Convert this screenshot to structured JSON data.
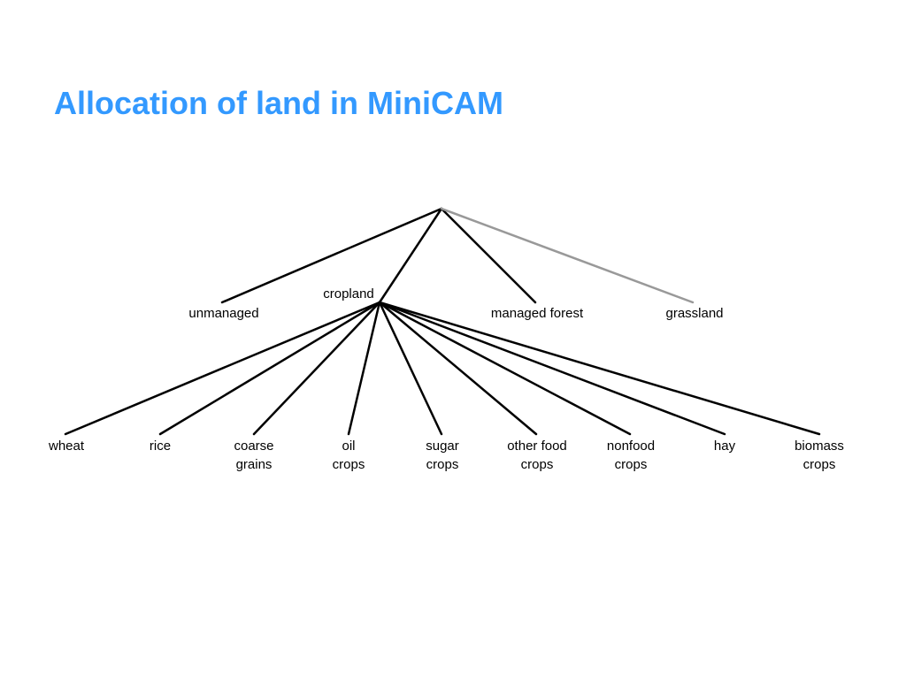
{
  "title": "Allocation of land in MiniCAM",
  "colors": {
    "title": "#3399ff",
    "line": "#000000",
    "line_muted": "#999999",
    "text": "#000000"
  },
  "level1": [
    {
      "id": "unmanaged",
      "lines": [
        "unmanaged"
      ],
      "muted": false
    },
    {
      "id": "cropland",
      "lines": [
        "cropland"
      ],
      "muted": false
    },
    {
      "id": "managed-forest",
      "lines": [
        "managed forest"
      ],
      "muted": false
    },
    {
      "id": "grassland",
      "lines": [
        "grassland"
      ],
      "muted": true
    }
  ],
  "level2": [
    {
      "id": "wheat",
      "lines": [
        "wheat"
      ]
    },
    {
      "id": "rice",
      "lines": [
        "rice"
      ]
    },
    {
      "id": "coarse-grains",
      "lines": [
        "coarse",
        "grains"
      ]
    },
    {
      "id": "oil-crops",
      "lines": [
        "oil",
        "crops"
      ]
    },
    {
      "id": "sugar-crops",
      "lines": [
        "sugar",
        "crops"
      ]
    },
    {
      "id": "other-food-crops",
      "lines": [
        "other food",
        "crops"
      ]
    },
    {
      "id": "nonfood-crops",
      "lines": [
        "nonfood",
        "crops"
      ]
    },
    {
      "id": "hay",
      "lines": [
        "hay"
      ]
    },
    {
      "id": "biomass-crops",
      "lines": [
        "biomass",
        "crops"
      ]
    }
  ]
}
